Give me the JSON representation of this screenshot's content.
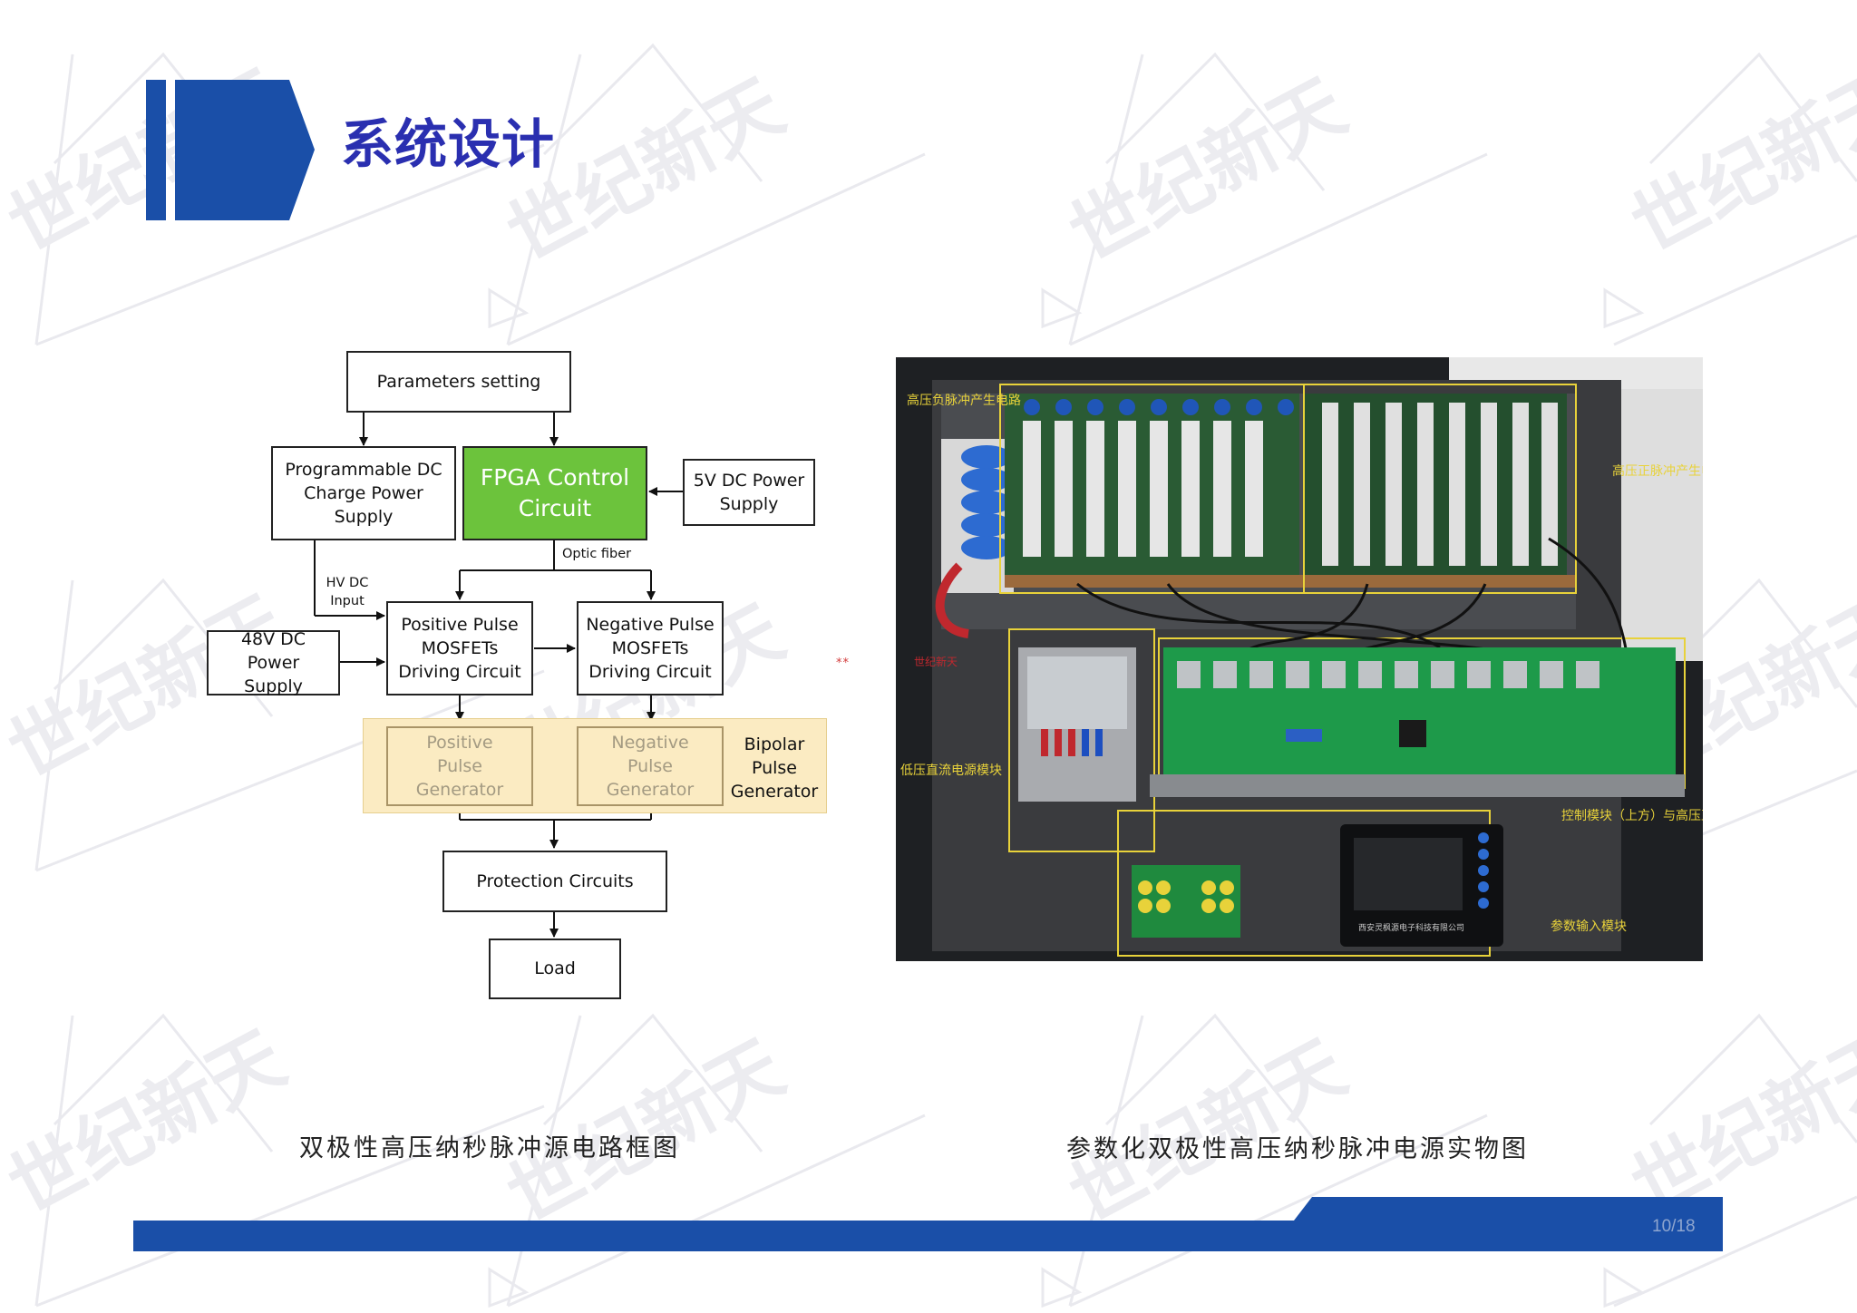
{
  "slide": {
    "title": "系统设计",
    "page_number": "10/18",
    "watermark_text": "世纪新天"
  },
  "diagram": {
    "params": "Parameters setting",
    "prog_dc": "Programmable DC Charge Power Supply",
    "fpga": "FPGA Control Circuit",
    "dc5v": "5V DC Power Supply",
    "optic_fiber": "Optic fiber",
    "hv_dc_input": "HV DC Input",
    "dc48v": "48V DC Power Supply",
    "pos_driver": "Positive Pulse MOSFETs Driving Circuit",
    "neg_driver": "Negative Pulse MOSFETs Driving Circuit",
    "pos_gen": "Positive Pulse Generator",
    "neg_gen": "Negative Pulse Generator",
    "bipolar": "Bipolar Pulse Generator",
    "protection": "Protection Circuits",
    "load": "Load",
    "colors": {
      "fpga_fill": "#6cc33c",
      "bipolar_fill": "#fbebc2"
    }
  },
  "photo": {
    "labels": {
      "hv_neg": "高压负脉冲产生电路",
      "hv_pos": "高压正脉冲产生电路",
      "brand": "世纪新天",
      "lv_dc": "低压直流电源模块",
      "control": "控制模块（上方）与高压直流电源模块（下方）",
      "param_input": "参数输入模块",
      "company": "西安灵枫源电子科技有限公司"
    }
  },
  "red_mark": "**",
  "captions": {
    "left": "双极性高压纳秒脉冲源电路框图",
    "right": "参数化双极性高压纳秒脉冲电源实物图"
  },
  "colors": {
    "accent": "#1a4fa8",
    "title": "#2a2fb0"
  }
}
